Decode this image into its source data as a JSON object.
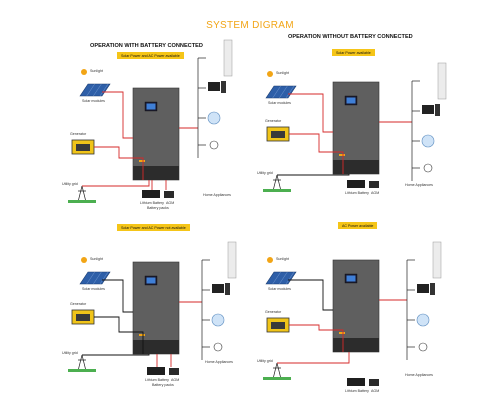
{
  "title": "SYSTEM DIGRAM",
  "headings": {
    "with_battery": "OPERATION WITH BATTERY CONNECTED",
    "without_battery": "OPERATION WITHOUT BATTERY CONNECTED"
  },
  "panels": [
    {
      "scenario": "Solar Power and AC Power available",
      "sunlight": "Sunlight",
      "solar": "Solar modules",
      "generator": "Generator",
      "grid": "Utility grid",
      "home": "Home Appliances",
      "lithium": "Lithium Battery",
      "agm": "AGM",
      "packs": "Battery packs"
    },
    {
      "scenario": "Solar Power available",
      "sunlight": "Sunlight",
      "solar": "Solar modules",
      "generator": "Generator",
      "grid": "Utility grid",
      "home": "Home Appliances",
      "lithium": "Lithium Battery",
      "agm": "AGM",
      "packs": ""
    },
    {
      "scenario": "Solar Power and AC Power not available",
      "sunlight": "Sunlight",
      "solar": "Solar modules",
      "generator": "Generator",
      "grid": "Utility grid",
      "home": "Home Appliances",
      "lithium": "Lithium Battery",
      "agm": "AGM",
      "packs": "Battery packs"
    },
    {
      "scenario": "AC Power available",
      "sunlight": "Sunlight",
      "solar": "Solar modules",
      "generator": "Generator",
      "grid": "Utility grid",
      "home": "Home Appliances",
      "lithium": "Lithium Battery",
      "agm": "AGM",
      "packs": ""
    }
  ],
  "colors": {
    "title": "#f2a516",
    "tag": "#f5c518",
    "active_wire": "#d62a2a",
    "idle_wire": "#111111",
    "inverter": "#5f5f5f"
  }
}
